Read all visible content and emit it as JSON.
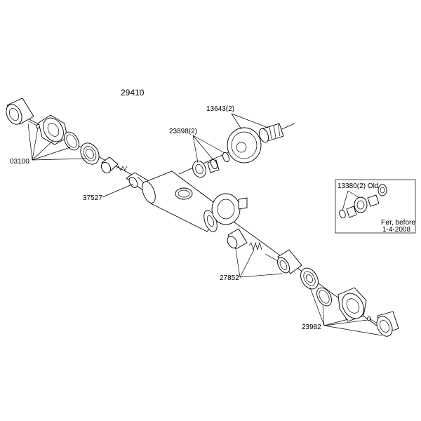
{
  "diagram": {
    "title": "29410",
    "labels": {
      "p03100": "03100",
      "p37527": "37527",
      "p23898": "23898(2)",
      "p13643": "13643(2)",
      "p13380": "13380(2) Old",
      "p27852": "27852",
      "p23982": "23982"
    },
    "inset_note": {
      "line1": "Før, before",
      "line2": "1-4-2008"
    }
  }
}
